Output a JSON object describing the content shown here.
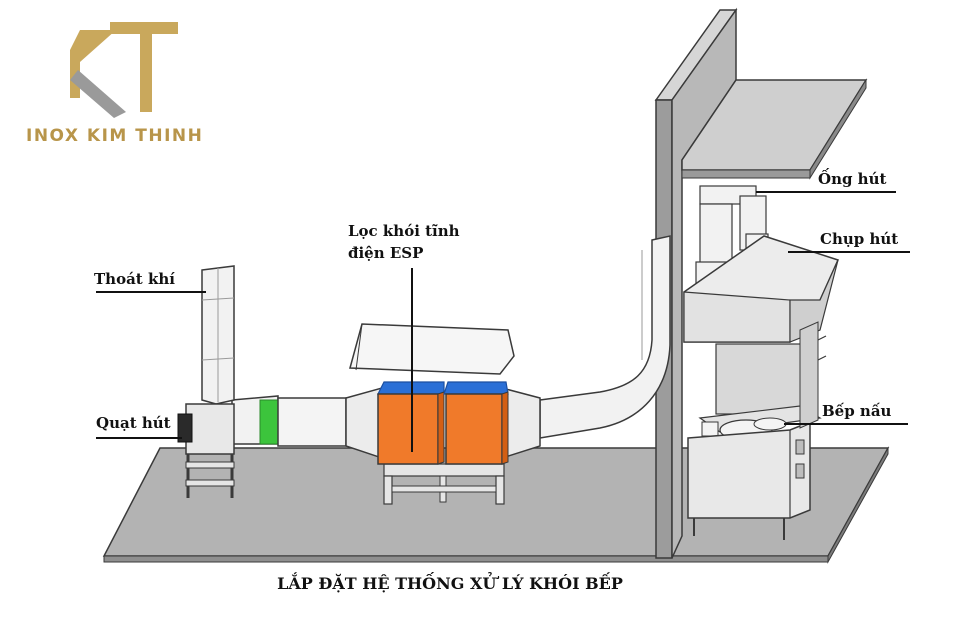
{
  "logo": {
    "brand_text": "INOX KIM THINH",
    "gold": "#c9a85c",
    "silver": "#9a9a9a"
  },
  "labels": {
    "exhaust": "Thoát khí",
    "fan": "Quạt hút",
    "esp_line1": "Lọc khói tĩnh",
    "esp_line2": "điện ESP",
    "suction_pipe": "Ống hút",
    "hood": "Chụp hút",
    "stove": "Bếp nấu"
  },
  "caption": "LẮP ĐẶT HỆ THỐNG XỬ LÝ KHÓI BẾP",
  "colors": {
    "floor": "#b3b3b3",
    "wall": "#b8b8b8",
    "duct": "#f2f2f2",
    "esp_body": "#f07a2a",
    "esp_top": "#2a6fd6",
    "collar": "#3cc43c",
    "outline": "#3a3a3a"
  }
}
